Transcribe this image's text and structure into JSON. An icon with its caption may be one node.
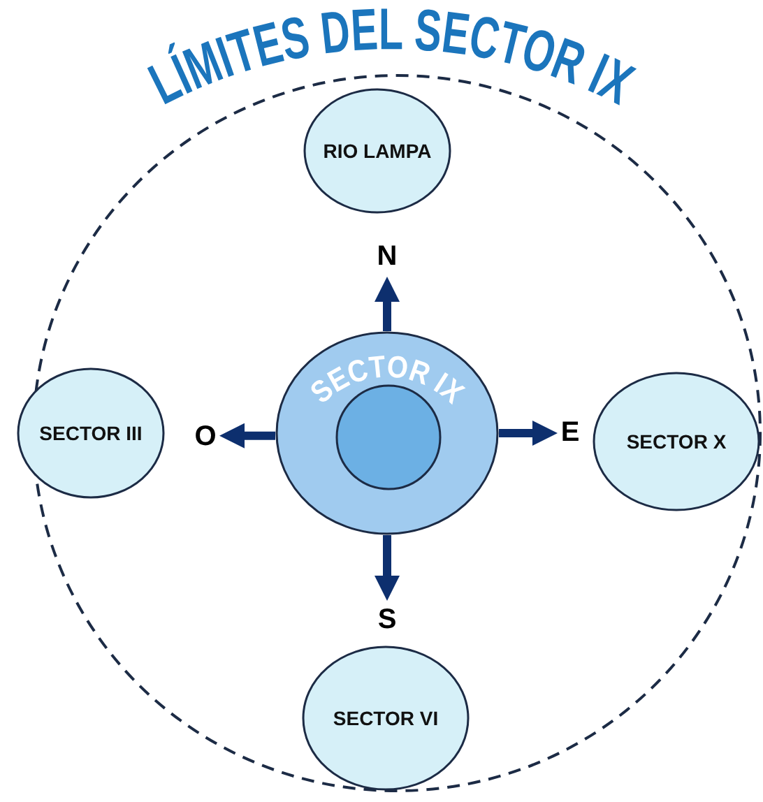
{
  "diagram": {
    "nodes": [
      {
        "text": [
          "LÍMITES DEL SECTOR IX"
        ]
      },
      {
        "text": [
          "RIO LAMPA"
        ],
        "in": 0
      },
      {
        "text": [
          "SECTOR III"
        ],
        "in": 0
      },
      {
        "text": [
          "SECTOR IX"
        ],
        "in": 0
      },
      {
        "text": [],
        "shape": "circle",
        "in": 3
      },
      {
        "text": [
          "SECTOR X"
        ],
        "in": 0
      },
      {
        "text": [
          "SECTOR VI"
        ],
        "in": 0
      },
      {
        "text": [
          "N"
        ],
        "in": 0
      },
      {
        "text": [
          "O"
        ],
        "in": 0
      },
      {
        "text": [
          "E"
        ],
        "in": 0
      },
      {
        "text": [
          "S"
        ],
        "in": 0
      }
    ],
    "edges": [
      {
        "from": 3,
        "to": 7,
        "arrow": "to"
      },
      {
        "from": 3,
        "to": 8,
        "arrow": "to"
      },
      {
        "from": 3,
        "to": 9,
        "arrow": "to"
      },
      {
        "from": 3,
        "to": 10,
        "arrow": "to"
      }
    ]
  }
}
